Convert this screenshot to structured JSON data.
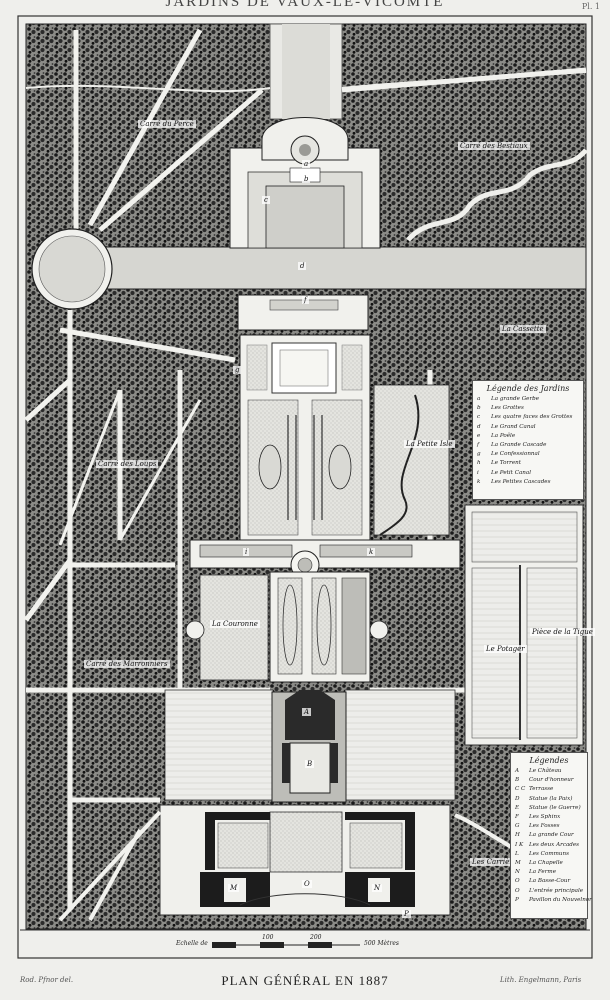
{
  "header": {
    "title": "JARDINS DE VAUX-LE-VICOMTE",
    "plate": "Pl. 1"
  },
  "plan_labels": {
    "carre_perce": "Carré du Percé",
    "carre_bestiaire": "Carré des Bestiaux",
    "la_cassette": "La Cassette",
    "la_petite": "La Petite Isle",
    "carre_loups": "Carré des Loups",
    "la_couronne": "La Couronne",
    "carre_marronniers": "Carré des Marronniers",
    "le_potager": "Le Potager",
    "piece_eau": "Pièce de la Tigue",
    "les_carrieres": "Les Carrières"
  },
  "letters": {
    "a": "a",
    "b": "b",
    "c": "c",
    "d": "d",
    "f": "f",
    "g": "g",
    "i": "i",
    "k": "k",
    "A": "A",
    "B": "B",
    "M": "M",
    "N": "N",
    "O": "O",
    "P": "P"
  },
  "legend_jardins": {
    "title": "Légende des Jardins",
    "items": [
      {
        "k": "a",
        "v": "La grande Gerbe"
      },
      {
        "k": "b",
        "v": "Les Grottes"
      },
      {
        "k": "c",
        "v": "Les quatre faces des Grottes"
      },
      {
        "k": "d",
        "v": "Le Grand Canal"
      },
      {
        "k": "e",
        "v": "La Poêle"
      },
      {
        "k": "f",
        "v": "La Grande Cascade"
      },
      {
        "k": "g",
        "v": "Le Confessionnal"
      },
      {
        "k": "h",
        "v": "Le Torrent"
      },
      {
        "k": "i",
        "v": "Le Petit Canal"
      },
      {
        "k": "k",
        "v": "Les Petites Cascades"
      }
    ]
  },
  "legend_batiments": {
    "title": "Légendes",
    "items": [
      {
        "k": "A",
        "v": "Le Château"
      },
      {
        "k": "B",
        "v": "Cour d'honneur"
      },
      {
        "k": "C C",
        "v": "Terrasse"
      },
      {
        "k": "D",
        "v": "Statue (la Paix)"
      },
      {
        "k": "E",
        "v": "Statue (le Guerre)"
      },
      {
        "k": "F",
        "v": "Les Sphinx"
      },
      {
        "k": "G",
        "v": "Les Fosses"
      },
      {
        "k": "H",
        "v": "La grande Cour"
      },
      {
        "k": "I K",
        "v": "Les deux Arcades"
      },
      {
        "k": "L",
        "v": "Les Communs"
      },
      {
        "k": "M",
        "v": "La Chapelle"
      },
      {
        "k": "N",
        "v": "La Ferme"
      },
      {
        "k": "O",
        "v": "La Basse-Cour"
      },
      {
        "k": "O",
        "v": "L'entrée principale"
      },
      {
        "k": "P",
        "v": "Pavillon du Nouvelnor"
      }
    ]
  },
  "scale": {
    "label": "Echelle de",
    "end": "500 Mètres",
    "t100": "100",
    "t200": "200"
  },
  "credits": {
    "left": "Rod. Pfnor del.",
    "right": "Lith. Engelmann, Paris"
  },
  "footer": {
    "title": "PLAN GÉNÉRAL EN 1887"
  },
  "colors": {
    "paper": "#efefec",
    "ink": "#1d1d1d",
    "water": "#d9d9d4"
  }
}
